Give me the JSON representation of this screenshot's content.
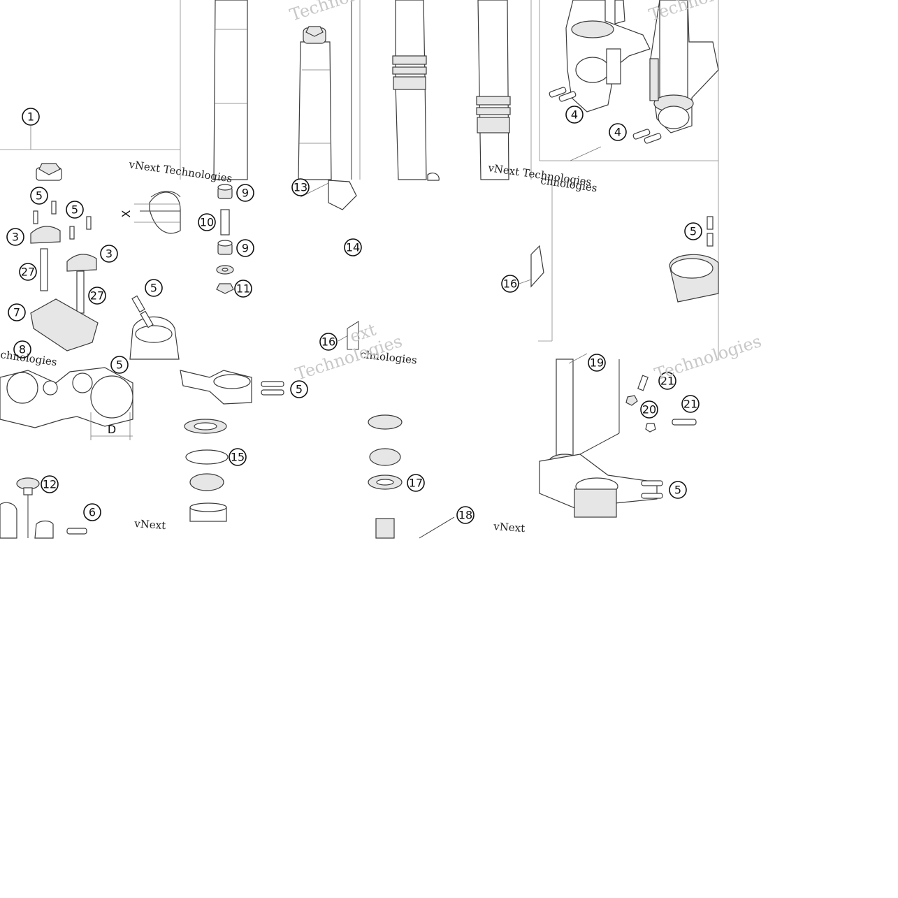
{
  "watermark": {
    "text_small": "vNext Technologies",
    "text_large": "Technologies",
    "text_short": "vNext",
    "fragment_ext": "ext",
    "fragment_chnologies": "chnologies"
  },
  "dimension_labels": {
    "x": "X",
    "d": "D"
  },
  "callouts": [
    "1",
    "3",
    "3",
    "4",
    "4",
    "5",
    "5",
    "5",
    "5",
    "5",
    "5",
    "5",
    "6",
    "7",
    "8",
    "9",
    "9",
    "10",
    "11",
    "12",
    "13",
    "14",
    "15",
    "16",
    "16",
    "17",
    "18",
    "19",
    "20",
    "21",
    "21",
    "27",
    "27"
  ]
}
